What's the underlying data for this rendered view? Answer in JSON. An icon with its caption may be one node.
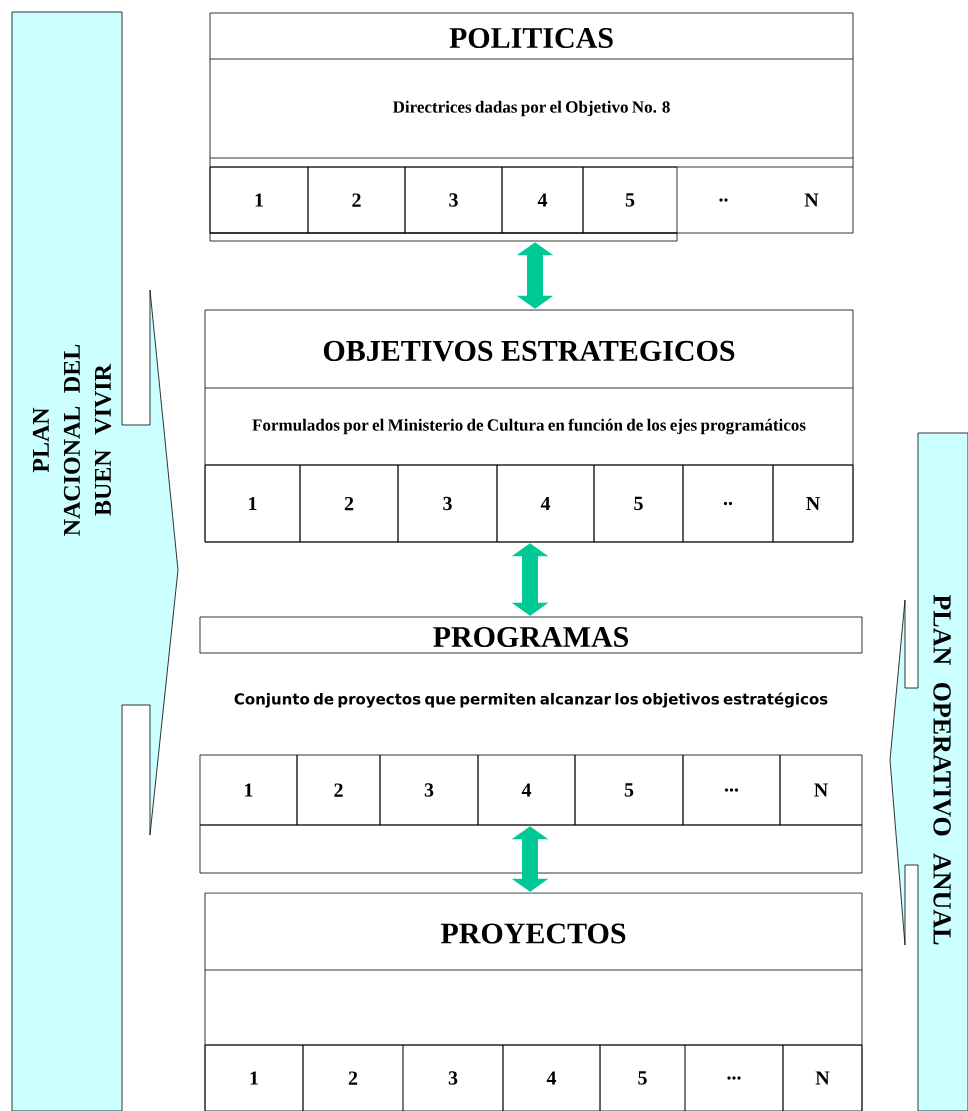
{
  "diagram": {
    "nodes": [
      {
        "text": [
          "PLAN NACIONAL DEL BUEN VIVIR"
        ]
      },
      {
        "text": [
          "PLAN OPERATIVO ANUAL"
        ]
      },
      {
        "text": [
          "POLITICAS",
          "Directrices dadas por el Objetivo No. 8"
        ]
      },
      {
        "text": [
          "OBJETIVOS ESTRATEGICOS",
          "Formulados por el Ministerio de Cultura en función de los ejes programáticos"
        ]
      },
      {
        "text": [
          "PROGRAMAS",
          "Conjunto de proyectos que permiten alcanzar los objetivos estratégicos"
        ]
      },
      {
        "text": [
          "PROYECTOS"
        ]
      }
    ],
    "edges": [
      {
        "from": 2,
        "to": 3,
        "arrow": "both"
      },
      {
        "from": 3,
        "to": 4,
        "arrow": "both"
      },
      {
        "from": 4,
        "to": 5,
        "arrow": "both"
      }
    ],
    "labels": [
      "1",
      "2",
      "3",
      "4",
      "5",
      "..",
      "N",
      "1",
      "2",
      "3",
      "4",
      "5",
      "..",
      "N",
      "1",
      "2",
      "3",
      "4",
      "5",
      "...",
      "N",
      "1",
      "2",
      "3",
      "4",
      "5",
      "...",
      "N"
    ]
  }
}
